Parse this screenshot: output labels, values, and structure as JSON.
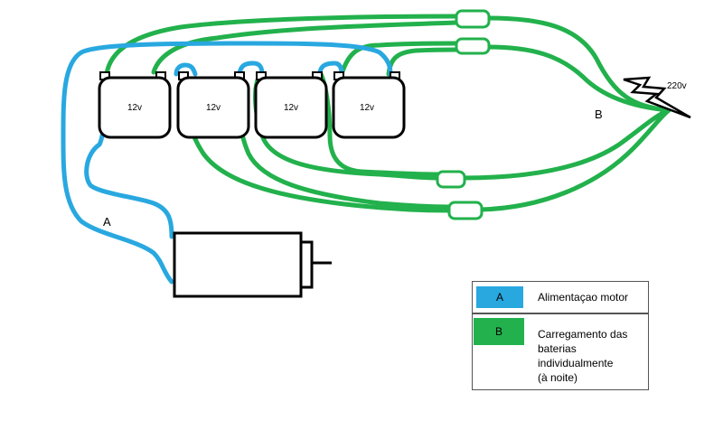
{
  "batteries": [
    {
      "label": "12v"
    },
    {
      "label": "12v"
    },
    {
      "label": "12v"
    },
    {
      "label": "12v"
    }
  ],
  "power_source": {
    "label": "220v"
  },
  "wire_labels": {
    "a": "A",
    "b": "B"
  },
  "colors": {
    "supply_wire": "#29a8e0",
    "charge_wire": "#22b14c",
    "outline": "#000000"
  },
  "legend": {
    "items": [
      {
        "key": "A",
        "text": "Alimentaçao motor"
      },
      {
        "key": "B",
        "text_lines": [
          "Carregamento das",
          "baterias",
          "individualmente",
          "(à noite)"
        ]
      }
    ]
  }
}
